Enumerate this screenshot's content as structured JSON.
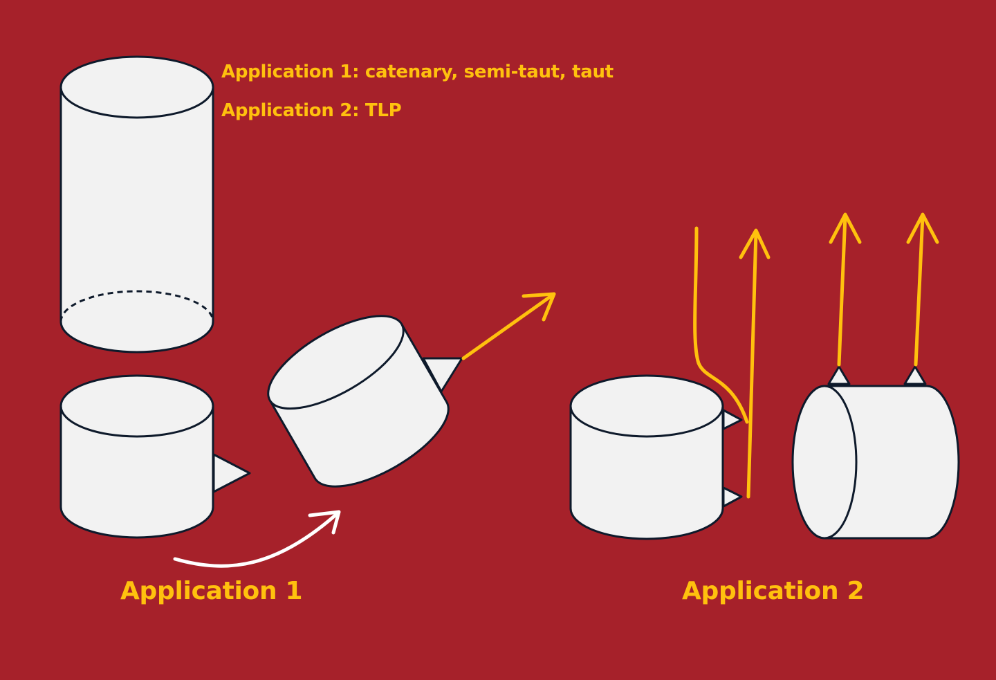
{
  "colors": {
    "background": "#A6212A",
    "accent": "#FFC10E",
    "shape_fill": "#F2F2F2",
    "outline": "#0E1A2B",
    "arrow_white": "#FFFFFF"
  },
  "legend": {
    "application_1_note": "Application 1: catenary, semi-taut, taut",
    "application_2_note": "Application 2: TLP"
  },
  "captions": {
    "application_1": "Application 1",
    "application_2": "Application 2"
  }
}
